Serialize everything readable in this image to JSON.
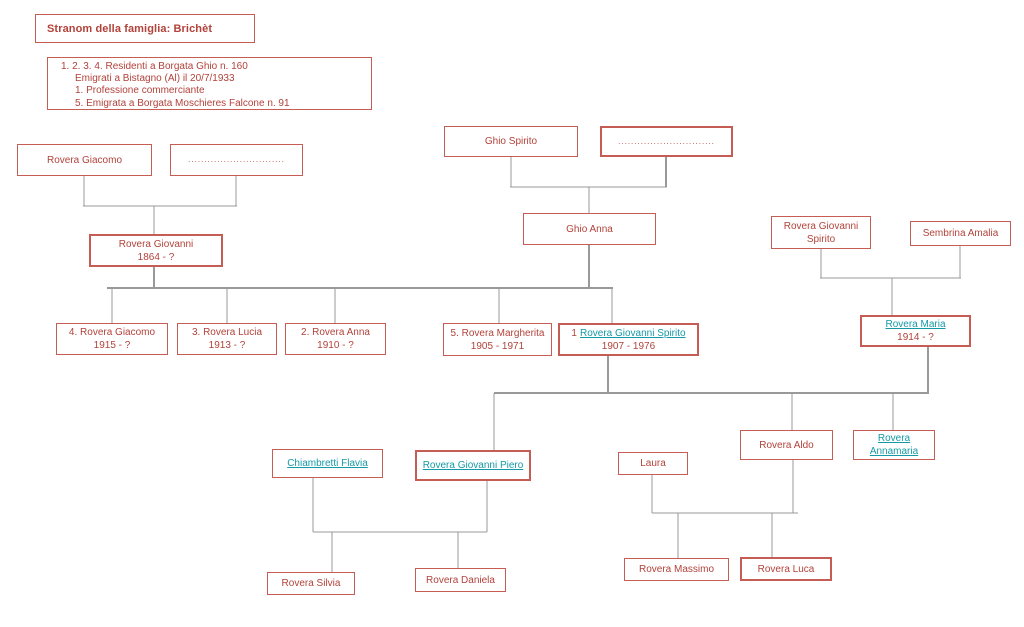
{
  "title": {
    "text": "Stranom della famiglia: Brichèt"
  },
  "notes": {
    "lines": [
      "1.  2. 3. 4. Residenti a Borgata Ghio n. 160",
      "Emigrati a Bistagno (Al) il 20/7/1933",
      "1. Professione commerciante",
      "5. Emigrata a Borgata Moschieres Falcone n. 91"
    ]
  },
  "colors": {
    "text_red": "#b2423a",
    "box_border": "#c55d54",
    "link_teal": "#1699a6",
    "line_gray": "#999999"
  },
  "nodes": [
    {
      "id": "rovera-giacomo-sr",
      "lines": [
        {
          "text": "Rovera Giacomo"
        }
      ]
    },
    {
      "id": "unknown-spouse-left",
      "lines": [
        {
          "text": "..............................",
          "dots": true
        }
      ]
    },
    {
      "id": "ghio-spirito",
      "lines": [
        {
          "text": "Ghio Spirito"
        }
      ]
    },
    {
      "id": "unknown-spouse-right",
      "lines": [
        {
          "text": "..............................",
          "dots": true
        }
      ]
    },
    {
      "id": "rovera-giovanni-1864",
      "lines": [
        {
          "text": "Rovera Giovanni"
        },
        {
          "text": "1864 - ?"
        }
      ]
    },
    {
      "id": "ghio-anna",
      "lines": [
        {
          "text": "Ghio Anna"
        }
      ]
    },
    {
      "id": "rovera-giovanni-spirito-sr",
      "lines": [
        {
          "text": "Rovera Giovanni"
        },
        {
          "text": "Spirito"
        }
      ]
    },
    {
      "id": "sembrina-amalia",
      "lines": [
        {
          "text": "Sembrina Amalia"
        }
      ]
    },
    {
      "id": "rovera-giacomo-1915",
      "lines": [
        {
          "text": "4. Rovera Giacomo"
        },
        {
          "text": "1915 - ?"
        }
      ]
    },
    {
      "id": "rovera-lucia-1913",
      "lines": [
        {
          "text": "3. Rovera Lucia"
        },
        {
          "text": "1913 - ?"
        }
      ]
    },
    {
      "id": "rovera-anna-1910",
      "lines": [
        {
          "text": "2. Rovera Anna"
        },
        {
          "text": "1910 - ?"
        }
      ]
    },
    {
      "id": "rovera-margherita-1905",
      "lines": [
        {
          "text": "5. Rovera Margherita"
        },
        {
          "text": "1905 - 1971"
        }
      ]
    },
    {
      "id": "rovera-giovanni-spirito-1907",
      "lines": [
        {
          "prefix": "1",
          "text": "Rovera Giovanni Spirito",
          "link": true
        },
        {
          "text": "1907 - 1976"
        }
      ]
    },
    {
      "id": "rovera-maria-1914",
      "lines": [
        {
          "text": "Rovera Maria",
          "link": true
        },
        {
          "text": "1914 - ?"
        }
      ]
    },
    {
      "id": "chiambretti-flavia",
      "lines": [
        {
          "text": "Chiambretti Flavia",
          "link": true
        }
      ]
    },
    {
      "id": "rovera-giovanni-piero",
      "lines": [
        {
          "text": "Rovera Giovanni Piero",
          "link": true
        }
      ]
    },
    {
      "id": "laura",
      "lines": [
        {
          "text": "Laura"
        }
      ]
    },
    {
      "id": "rovera-aldo",
      "lines": [
        {
          "text": "Rovera Aldo"
        }
      ]
    },
    {
      "id": "rovera-annamaria",
      "lines": [
        {
          "text": "Rovera",
          "link": true
        },
        {
          "text": "Annamaria",
          "link": true
        }
      ]
    },
    {
      "id": "rovera-silvia",
      "lines": [
        {
          "text": "Rovera Silvia"
        }
      ]
    },
    {
      "id": "rovera-daniela",
      "lines": [
        {
          "text": "Rovera Daniela"
        }
      ]
    },
    {
      "id": "rovera-massimo",
      "lines": [
        {
          "text": "Rovera Massimo"
        }
      ]
    },
    {
      "id": "rovera-luca",
      "lines": [
        {
          "text": "Rovera Luca"
        }
      ]
    }
  ]
}
